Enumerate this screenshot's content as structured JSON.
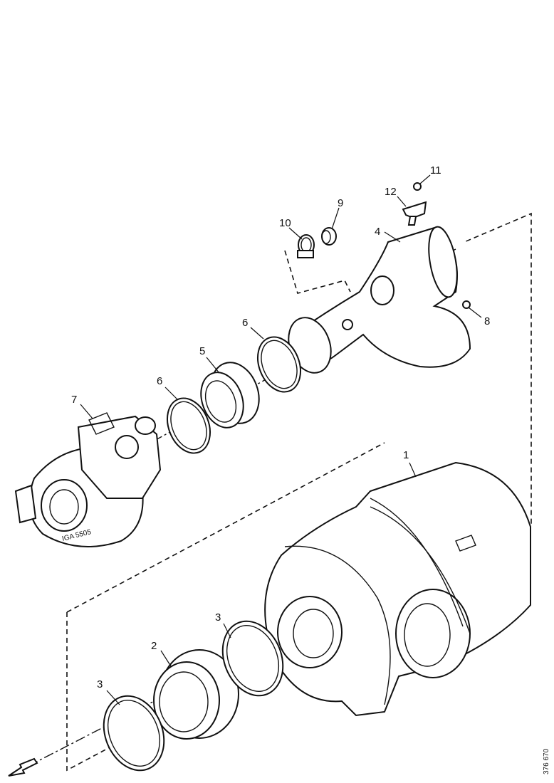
{
  "callouts": [
    "1",
    "2",
    "3",
    "3",
    "4",
    "5",
    "6",
    "6",
    "7",
    "8",
    "9",
    "10",
    "11",
    "12"
  ],
  "drawing_ref": "376 670",
  "stamp_text": "IGA 5505"
}
